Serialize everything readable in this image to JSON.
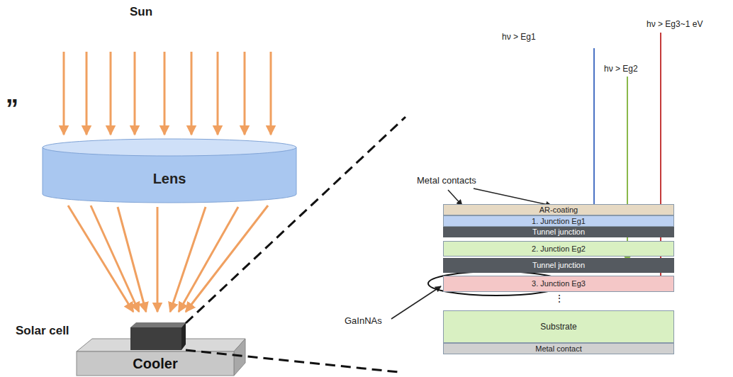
{
  "diagram": {
    "nodes": [
      {
        "text": [
          "Lens"
        ]
      },
      {
        "text": [
          "Cooler"
        ]
      },
      {
        "text": [
          "AR-coating"
        ]
      },
      {
        "text": [
          "1. Junction Eg1"
        ]
      },
      {
        "text": [
          "Tunnel junction"
        ]
      },
      {
        "text": [
          "2. Junction Eg2"
        ]
      },
      {
        "text": [
          "Tunnel junction"
        ]
      },
      {
        "text": [
          "3. Junction Eg3"
        ]
      },
      {
        "text": [
          "Substrate"
        ]
      },
      {
        "text": [
          "Metal contact"
        ]
      }
    ],
    "labels": [
      "Sun",
      "”",
      "Solar cell",
      "Metal contacts",
      "hν > Eg1",
      "hν > Eg2",
      "hν > Eg3~1 eV",
      "GaInNAs",
      "⋮"
    ]
  }
}
